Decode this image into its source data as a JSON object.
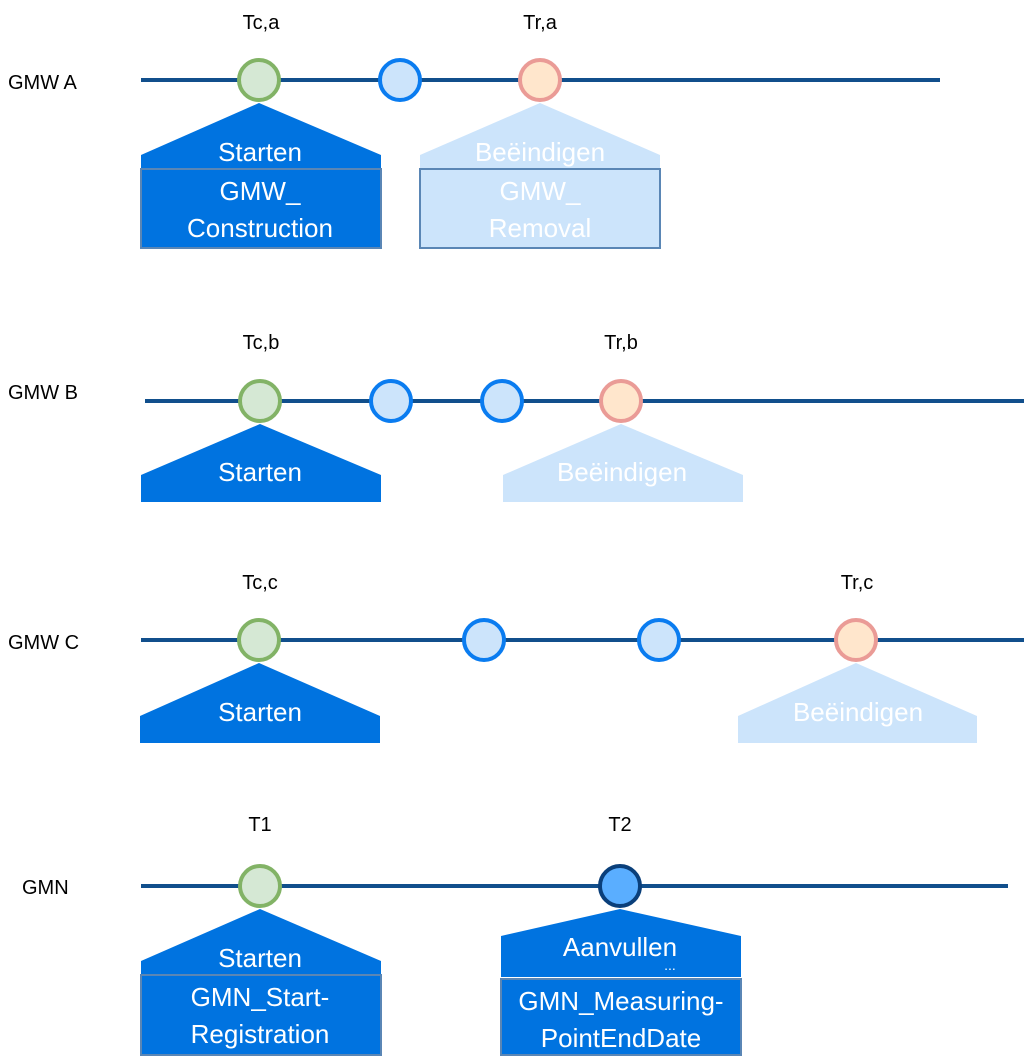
{
  "colors": {
    "line": "#114f8c",
    "active_fill": "#0073e0",
    "active_text": "#ffffff",
    "inactive_fill": "#cce4fb",
    "inactive_text": "#ffffff",
    "box_border": "#5a86b5",
    "inactive_box_border": "#5a86b5",
    "start_node_fill": "#d5e8d4",
    "start_node_stroke": "#82b366",
    "mid_node_fill": "#cce4fb",
    "mid_node_stroke": "#0a7cf0",
    "end_node_fill": "#ffe6cc",
    "end_node_stroke": "#ea9b96",
    "final_node_fill": "#5aaeff",
    "final_node_stroke": "#0a3f7a"
  },
  "rows": [
    {
      "label": "GMW A",
      "time_labels": [
        "Tc,a",
        "Tr,a"
      ],
      "nodes": [
        "start-node",
        "mid-node",
        "end-node"
      ],
      "actions": [
        {
          "label": "Starten",
          "box_lines": [
            "GMW_",
            "Construction"
          ],
          "state": "active"
        },
        {
          "label": "Beëindigen",
          "box_lines": [
            "GMW_",
            "Removal"
          ],
          "state": "inactive"
        }
      ]
    },
    {
      "label": "GMW B",
      "time_labels": [
        "Tc,b",
        "Tr,b"
      ],
      "nodes": [
        "start-node",
        "mid-node",
        "mid-node",
        "end-node"
      ],
      "actions": [
        {
          "label": "Starten",
          "box_lines": [],
          "state": "active"
        },
        {
          "label": "Beëindigen",
          "box_lines": [],
          "state": "inactive"
        }
      ]
    },
    {
      "label": "GMW C",
      "time_labels": [
        "Tc,c",
        "Tr,c"
      ],
      "nodes": [
        "start-node",
        "mid-node",
        "mid-node",
        "end-node"
      ],
      "actions": [
        {
          "label": "Starten",
          "box_lines": [],
          "state": "active"
        },
        {
          "label": "Beëindigen",
          "box_lines": [],
          "state": "inactive"
        }
      ]
    },
    {
      "label": "GMN",
      "time_labels": [
        "T1",
        "T2"
      ],
      "nodes": [
        "start-node",
        "final-node"
      ],
      "actions": [
        {
          "label": "Starten",
          "box_lines": [
            "GMN_Start-",
            "Registration"
          ],
          "state": "active"
        },
        {
          "label": "Aanvullen",
          "box_lines": [
            "GMN_Measuring-",
            "PointEndDate"
          ],
          "state": "active",
          "ellipsis": "..."
        }
      ]
    }
  ]
}
